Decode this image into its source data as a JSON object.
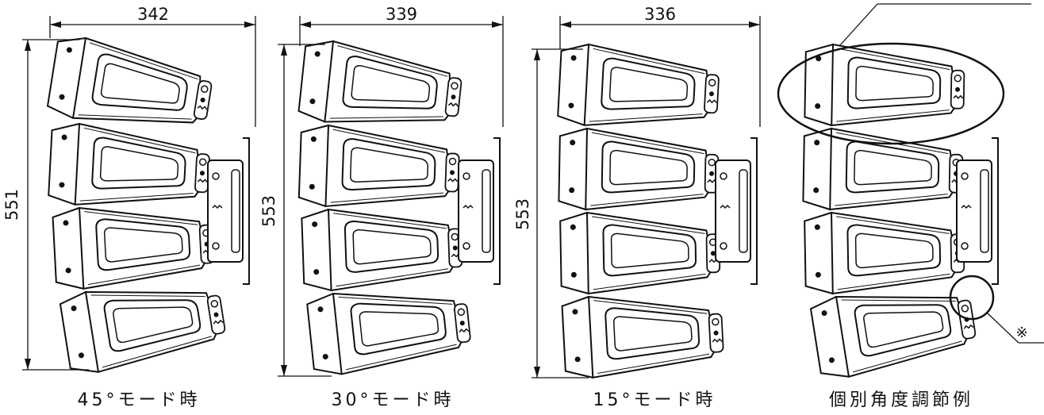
{
  "figures": [
    {
      "width_label": "342",
      "height_label": "551",
      "caption": "45°モード時"
    },
    {
      "width_label": "339",
      "height_label": "553",
      "caption": "30°モード時"
    },
    {
      "width_label": "336",
      "height_label": "553",
      "caption": "15°モード時"
    },
    {
      "caption": "個別角度調節例",
      "note_mark": "※"
    }
  ]
}
